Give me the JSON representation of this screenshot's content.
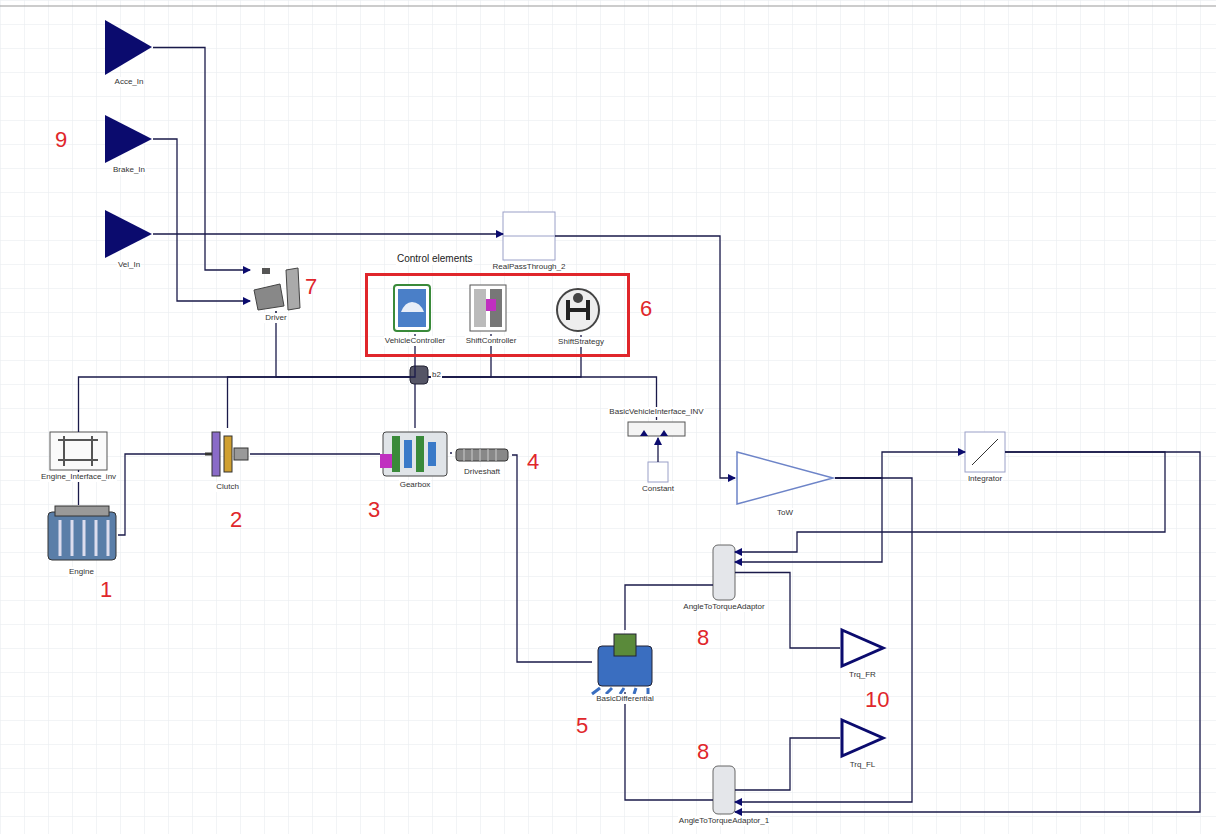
{
  "diagram": {
    "nodes": [
      {
        "text": [
          "Acce_In"
        ]
      },
      {
        "text": [
          "Brake_In"
        ]
      },
      {
        "text": [
          "Vel_In"
        ]
      },
      {
        "text": [
          "RealPassThrough_2"
        ]
      },
      {
        "text": [
          "Driver"
        ]
      },
      {
        "text": [
          "Control elements"
        ]
      },
      {
        "text": [
          "VehicleController"
        ],
        "in": 5
      },
      {
        "text": [
          "ShiftController"
        ],
        "in": 5
      },
      {
        "text": [
          "ShiftStrategy"
        ],
        "in": 5
      },
      {
        "text": [
          "b2"
        ]
      },
      {
        "text": [
          "Engine_Interface_inv"
        ]
      },
      {
        "text": [
          "Engine"
        ]
      },
      {
        "text": [
          "Clutch"
        ]
      },
      {
        "text": [
          "Gearbox"
        ]
      },
      {
        "text": [
          "Driveshaft"
        ]
      },
      {
        "text": [
          "BasicVehicleInterface_INV"
        ]
      },
      {
        "text": [
          "Constant"
        ]
      },
      {
        "text": [
          "ToW"
        ]
      },
      {
        "text": [
          "Integrator"
        ]
      },
      {
        "text": [
          "AngleToTorqueAdaptor"
        ]
      },
      {
        "text": [
          "BasicDifferential"
        ]
      },
      {
        "text": [
          "Trq_FR"
        ]
      },
      {
        "text": [
          "AngleToTorqueAdaptor_1"
        ]
      },
      {
        "text": [
          "Trq_FL"
        ]
      }
    ],
    "edges": [
      {
        "from": 0,
        "to": 4,
        "arrow": "to"
      },
      {
        "from": 1,
        "to": 4,
        "arrow": "to"
      },
      {
        "from": 2,
        "to": 3,
        "arrow": "to"
      },
      {
        "from": 3,
        "to": 17,
        "arrow": "to"
      },
      {
        "from": 16,
        "to": 15,
        "arrow": "to"
      },
      {
        "from": 4,
        "to": 9,
        "arrow": "none"
      },
      {
        "from": 10,
        "to": 9,
        "arrow": "none"
      },
      {
        "from": 12,
        "to": 9,
        "arrow": "none"
      },
      {
        "from": 13,
        "to": 9,
        "arrow": "none"
      },
      {
        "from": 6,
        "to": 9,
        "arrow": "none"
      },
      {
        "from": 7,
        "to": 9,
        "arrow": "none"
      },
      {
        "from": 8,
        "to": 9,
        "arrow": "none"
      },
      {
        "from": 15,
        "to": 9,
        "arrow": "none"
      },
      {
        "from": 10,
        "to": 11,
        "arrow": "none"
      },
      {
        "from": 11,
        "to": 12,
        "arrow": "none"
      },
      {
        "from": 12,
        "to": 13,
        "arrow": "none"
      },
      {
        "from": 13,
        "to": 14,
        "arrow": "none"
      },
      {
        "from": 14,
        "to": 20,
        "arrow": "none"
      },
      {
        "from": 20,
        "to": 19,
        "arrow": "none"
      },
      {
        "from": 20,
        "to": 22,
        "arrow": "none"
      },
      {
        "from": 19,
        "to": 21,
        "arrow": "none"
      },
      {
        "from": 22,
        "to": 23,
        "arrow": "none"
      },
      {
        "from": 17,
        "to": 18,
        "arrow": "to"
      },
      {
        "from": 17,
        "to": 19,
        "arrow": "to"
      },
      {
        "from": 17,
        "to": 22,
        "arrow": "to"
      },
      {
        "from": 18,
        "to": 19,
        "arrow": "to"
      },
      {
        "from": 18,
        "to": 22,
        "arrow": "to"
      }
    ],
    "labels": [
      "9",
      "7",
      "6",
      "1",
      "2",
      "3",
      "4",
      "8",
      "5",
      "8",
      "10"
    ]
  }
}
